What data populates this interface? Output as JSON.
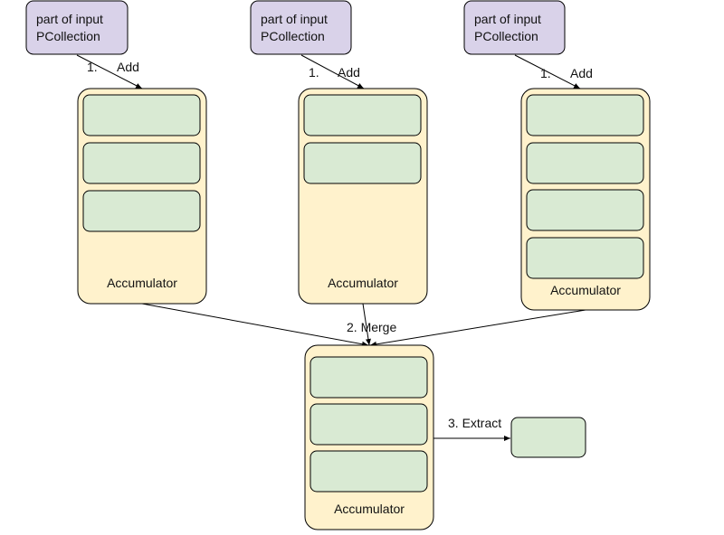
{
  "inputs": [
    {
      "line1": "part of input",
      "line2": "PCollection"
    },
    {
      "line1": "part of input",
      "line2": "PCollection"
    },
    {
      "line1": "part of input",
      "line2": "PCollection"
    }
  ],
  "add_steps": [
    {
      "number": "1.",
      "label": "Add"
    },
    {
      "number": "1.",
      "label": "Add"
    },
    {
      "number": "1.",
      "label": "Add"
    }
  ],
  "accumulators": [
    {
      "label": "Accumulator",
      "element_count": 3
    },
    {
      "label": "Accumulator",
      "element_count": 2
    },
    {
      "label": "Accumulator",
      "element_count": 4
    }
  ],
  "merge_step": "2. Merge",
  "merged_accumulator": {
    "label": "Accumulator",
    "element_count": 3
  },
  "extract_step": "3. Extract",
  "colors": {
    "input_fill": "#d9d2e9",
    "accumulator_fill": "#fff2cc",
    "element_fill": "#d9ead3",
    "stroke": "#000000"
  }
}
